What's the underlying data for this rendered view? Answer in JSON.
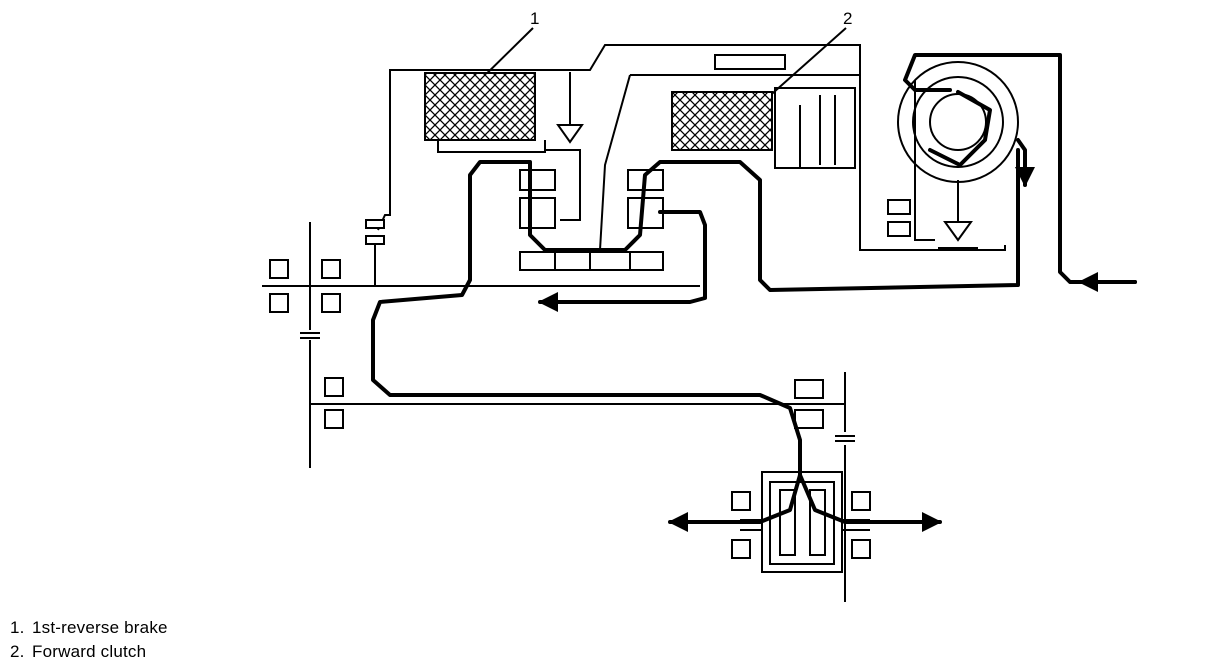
{
  "callouts": [
    {
      "number": "1"
    },
    {
      "number": "2"
    }
  ],
  "legend": [
    {
      "number": "1.",
      "label": "1st-reverse brake"
    },
    {
      "number": "2.",
      "label": "Forward clutch"
    }
  ]
}
